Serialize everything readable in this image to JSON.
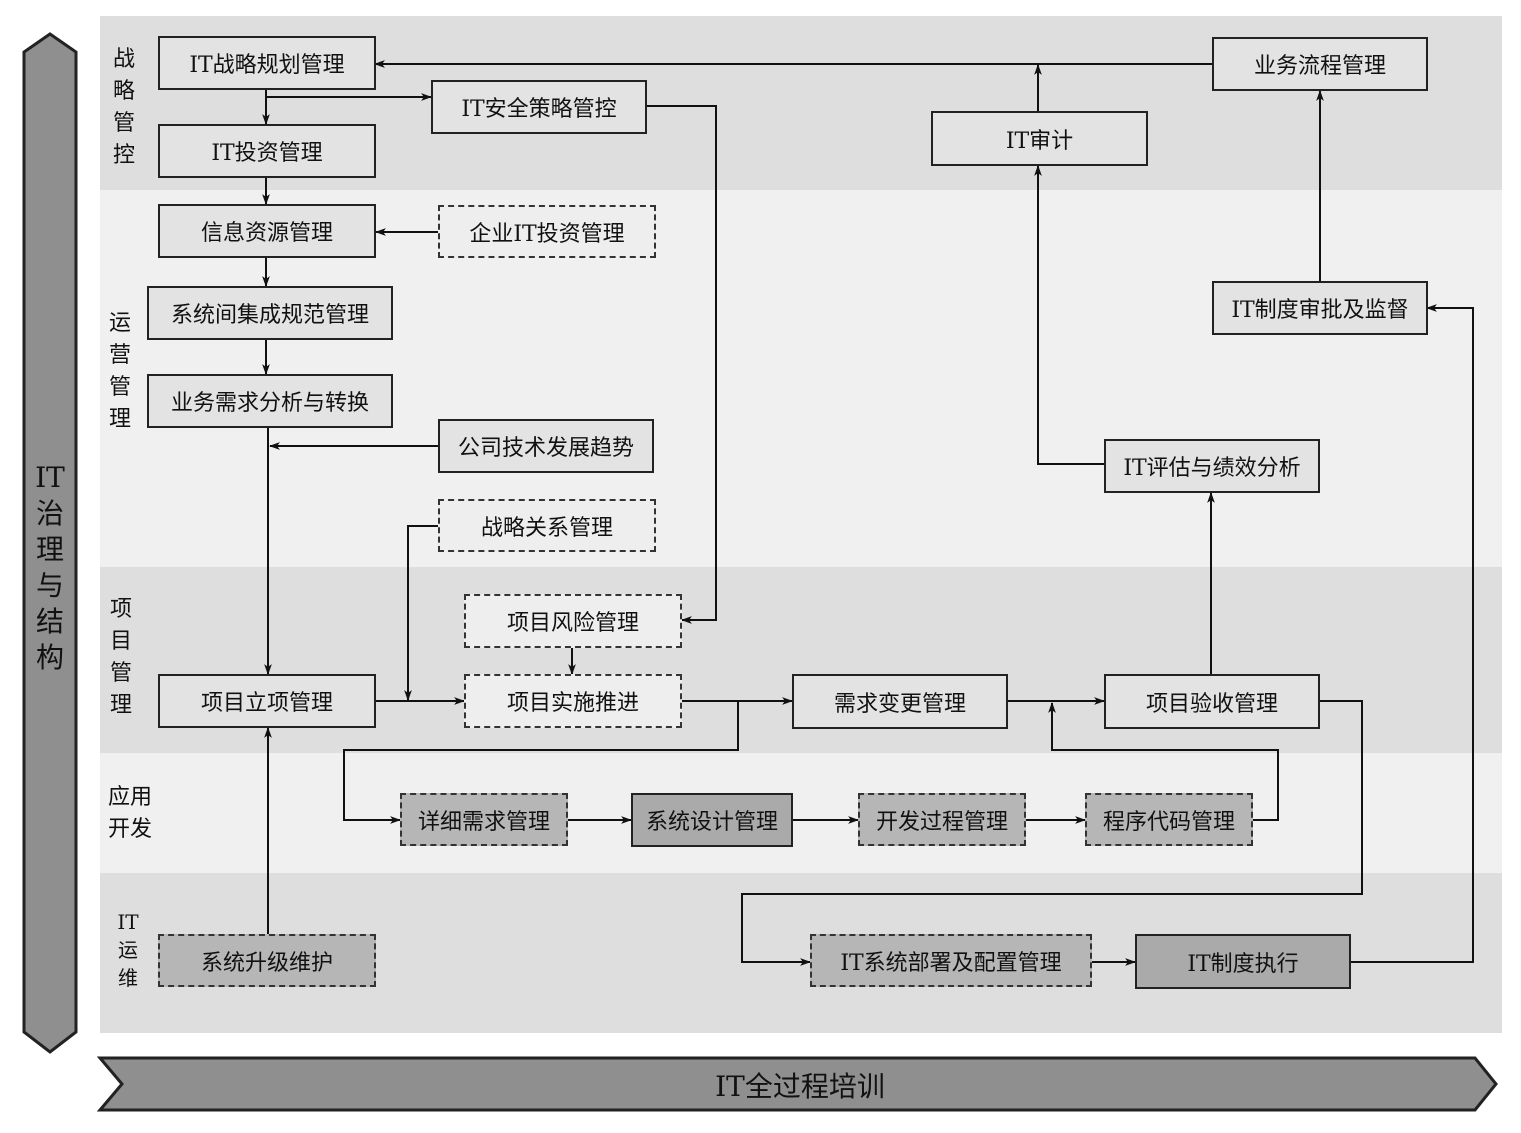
{
  "side_label": "IT治理与结构",
  "bottom_label": "IT全过程培训",
  "lanes": {
    "strategy": "战略管控",
    "operation": "运营管理",
    "project": "项目管理",
    "application": "应用开发",
    "it_ops": "IT运维"
  },
  "nodes": {
    "it_strategy_planning": "IT战略规划管理",
    "it_security_policy": "IT安全策略管控",
    "it_investment": "IT投资管理",
    "business_process": "业务流程管理",
    "it_audit": "IT审计",
    "info_resource": "信息资源管理",
    "enterprise_it_investment": "企业IT投资管理",
    "system_integration": "系统间集成规范管理",
    "business_requirements": "业务需求分析与转换",
    "tech_trend": "公司技术发展趋势",
    "strategic_relations": "战略关系管理",
    "it_policy_approval": "IT制度审批及监督",
    "it_evaluation": "IT评估与绩效分析",
    "project_risk": "项目风险管理",
    "project_initiation": "项目立项管理",
    "project_implementation": "项目实施推进",
    "requirement_change": "需求变更管理",
    "project_acceptance": "项目验收管理",
    "detailed_requirements": "详细需求管理",
    "system_design": "系统设计管理",
    "dev_process": "开发过程管理",
    "code_management": "程序代码管理",
    "system_upgrade": "系统升级维护",
    "it_deployment": "IT系统部署及配置管理",
    "it_policy_execution": "IT制度执行"
  }
}
